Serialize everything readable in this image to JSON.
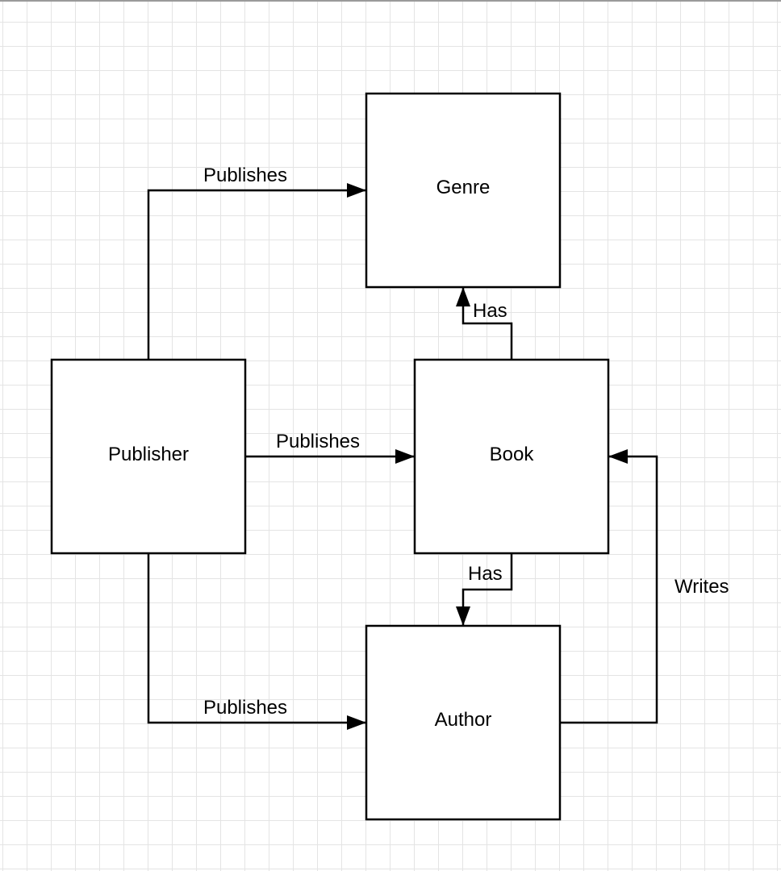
{
  "nodes": {
    "genre": {
      "label": "Genre"
    },
    "publisher": {
      "label": "Publisher"
    },
    "book": {
      "label": "Book"
    },
    "author": {
      "label": "Author"
    }
  },
  "edges": {
    "publisher_genre": {
      "label": "Publishes"
    },
    "publisher_book": {
      "label": "Publishes"
    },
    "publisher_author": {
      "label": "Publishes"
    },
    "book_genre": {
      "label": "Has"
    },
    "book_author": {
      "label": "Has"
    },
    "author_book": {
      "label": "Writes"
    }
  },
  "colors": {
    "stroke": "#000000",
    "grid": "#e4e4e4",
    "background": "#ffffff"
  }
}
